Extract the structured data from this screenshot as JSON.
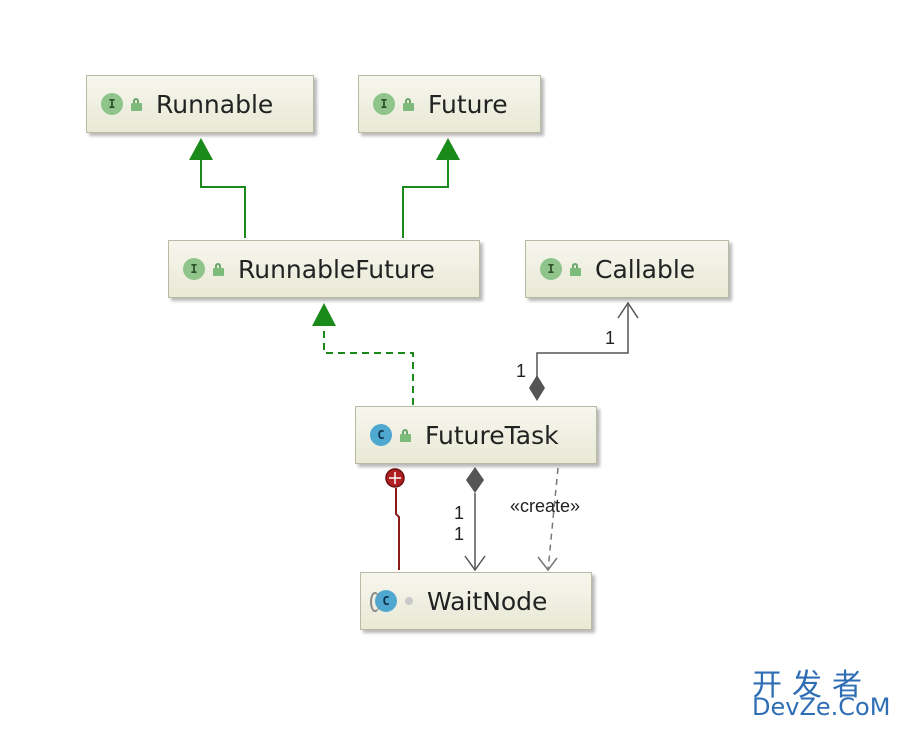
{
  "nodes": {
    "runnable": {
      "label": "Runnable",
      "kind": "I"
    },
    "future": {
      "label": "Future",
      "kind": "I"
    },
    "runnable_future": {
      "label": "RunnableFuture",
      "kind": "I"
    },
    "callable": {
      "label": "Callable",
      "kind": "I"
    },
    "future_task": {
      "label": "FutureTask",
      "kind": "C"
    },
    "wait_node": {
      "label": "WaitNode",
      "kind": "C"
    }
  },
  "edges": {
    "callable_mult_top": "1",
    "callable_mult_bottom": "1",
    "waitnode_mult_1": "1",
    "waitnode_mult_2": "1",
    "create_stereotype": "«create»"
  },
  "watermark": {
    "line1": "开发者",
    "line2": "DevZe.CoM"
  },
  "colors": {
    "inheritance": "#1a8a1a",
    "association": "#555555",
    "inner_class": "#8b1a1a"
  }
}
